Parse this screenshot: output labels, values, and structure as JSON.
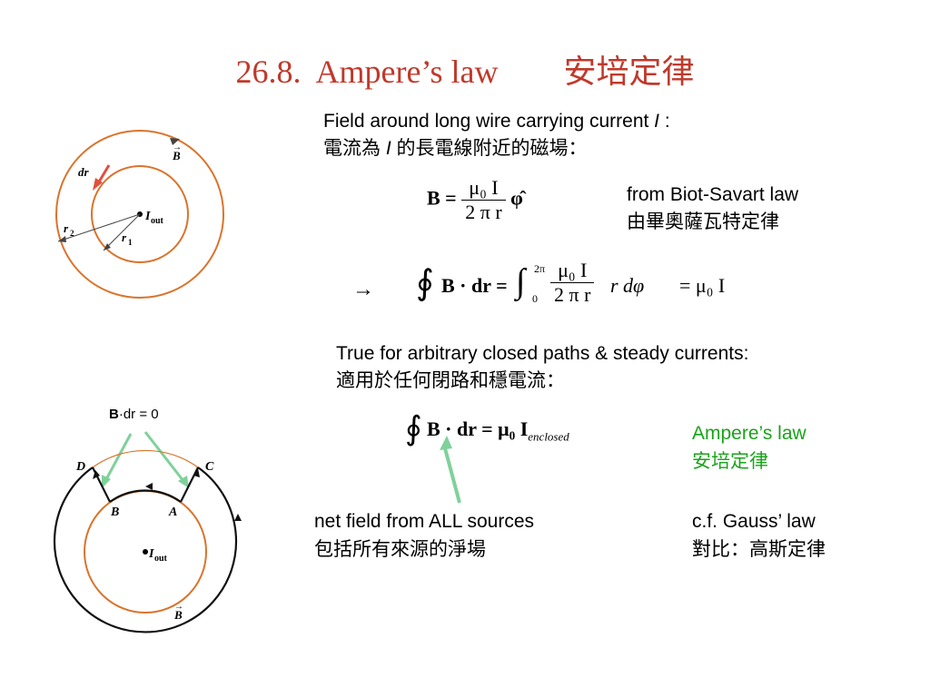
{
  "slide": {
    "title": "26.8.  Ampere’s law        安培定律",
    "intro_en": "Field around long wire carrying current ",
    "intro_i": "I",
    "intro_colon": " :",
    "intro_zh_pre": "電流為 ",
    "intro_zh_i": "I",
    "intro_zh_post": " 的長電線附近的磁場：",
    "eq1": {
      "lhs": "B =",
      "num": "μ₀ I",
      "den": "2 π r",
      "rhs": "φ̂"
    },
    "biot_en": "from Biot-Savart law",
    "biot_zh": "由畢奧薩瓦特定律",
    "eq2": {
      "arrow": "→",
      "integrand": "B · dr =",
      "upper": "2π",
      "lower": "0",
      "num": "μ₀ I",
      "den": "2 π r",
      "tail": "r dφ",
      "result": "= μ₀ I"
    },
    "true_en": "True for arbitrary closed paths & steady currents:",
    "true_zh": "適用於任何閉路和穩電流：",
    "eq3": {
      "body": "B · dr = μ₀ I",
      "sub": "enclosed"
    },
    "ampere_en": "Ampere’s law",
    "ampere_zh": "安培定律",
    "net_en": "net field from ALL sources",
    "net_zh": "包括所有來源的淨場",
    "gauss_en": "c.f. Gauss’ law",
    "gauss_zh": "對比：高斯定律",
    "bdr_label_b": "B",
    "bdr_label_rest": "·dr = 0"
  },
  "fig1": {
    "b_label": "B",
    "dr_label": "dr",
    "i_label": "I",
    "i_sub": "out",
    "r1": "r",
    "r1_sub": "1",
    "r2": "r",
    "r2_sub": "2"
  },
  "fig2": {
    "d": "D",
    "c": "C",
    "b": "B",
    "a": "A",
    "i_label": "I",
    "i_sub": "out",
    "b_vec": "B"
  },
  "colors": {
    "title": "#c0392b",
    "circle": "#d9742c",
    "arrow_green": "#7fd19a",
    "ampere_text": "#1aa31a"
  }
}
